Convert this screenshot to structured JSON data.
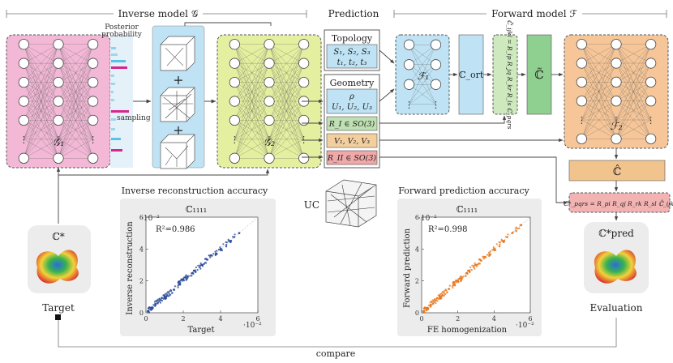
{
  "headers": {
    "inverse": "Inverse model 𝒢",
    "prediction": "Prediction",
    "forward": "Forward model ℱ"
  },
  "inverse_net": {
    "g1_label": "𝒢₁",
    "g2_label": "𝒢₂",
    "posterior_label_1": "Posterior",
    "posterior_label_2": "probability",
    "sampling_label": "sampling"
  },
  "prediction": {
    "topology_title": "Topology",
    "topology_line1": "S₁, S₂, S₃",
    "topology_line2": "t₁, t₂, t₃",
    "geometry_title": "Geometry",
    "geometry_rho": "ρ",
    "geometry_U": "U₁, U₂, U₃",
    "geometry_RI": "R_I ∈ SO(3)",
    "geometry_V": "V₁, V₂, V₃",
    "geometry_RII": "R_II ∈ SO(3)",
    "uc_label": "UC"
  },
  "forward_net": {
    "f1_label": "ℱ₁",
    "f2_label": "ℱ₂",
    "c_ort": "ℂ_ort",
    "c_tilde": "ℂ̃",
    "c_hat": "ℂ̂",
    "rot_formula_1": "ℂ̃_ijkl = R_ip R_jq R_kr R_ls ℂ_pqrs",
    "rot_formula_2": "ℂ*_pqrs = R_pi R_qj R_rk R_sl ℂ̂_ijkl"
  },
  "target": {
    "symbol": "ℂ*",
    "label": "Target"
  },
  "evaluation": {
    "symbol": "ℂ*pred",
    "label": "Evaluation"
  },
  "compare_label": "compare",
  "inset_inverse": {
    "title": "Inverse reconstruction accuracy",
    "component": "ℂ₁₁₁₁",
    "r2": "R²=0.986",
    "ylabel": "Inverse reconstruction",
    "xlabel": "Target",
    "x_exp": "·10⁻²",
    "y_exp": "·10⁻²",
    "color": "#2a4a9a"
  },
  "inset_forward": {
    "title": "Forward prediction accuracy",
    "component": "ℂ₁₁₁₁",
    "r2": "R²=0.998",
    "ylabel": "Forward prediction",
    "xlabel": "FE homogenization",
    "x_exp": "·10⁻²",
    "y_exp": "·10⁻²",
    "color": "#e8771c"
  },
  "chart_data": [
    {
      "type": "scatter",
      "title": "Inverse reconstruction accuracy",
      "subtitle": "ℂ₁₁₁₁",
      "xlabel": "Target",
      "ylabel": "Inverse reconstruction",
      "xlim": [
        0,
        6
      ],
      "ylim": [
        0,
        6
      ],
      "x_ticks": [
        0,
        2,
        4,
        6
      ],
      "y_ticks": [
        0,
        2,
        4,
        6
      ],
      "annotation": "R²=0.986",
      "series": [
        {
          "values": [
            [
              0.1,
              0.1
            ],
            [
              0.5,
              0.55
            ],
            [
              1.0,
              1.0
            ],
            [
              1.5,
              1.45
            ],
            [
              2.0,
              2.1
            ],
            [
              2.5,
              2.5
            ],
            [
              3.0,
              3.0
            ],
            [
              3.5,
              3.6
            ],
            [
              4.0,
              4.0
            ],
            [
              4.5,
              4.5
            ],
            [
              5.0,
              5.0
            ]
          ]
        }
      ]
    },
    {
      "type": "scatter",
      "title": "Forward prediction accuracy",
      "subtitle": "ℂ₁₁₁₁",
      "xlabel": "FE homogenization",
      "ylabel": "Forward prediction",
      "xlim": [
        0,
        6
      ],
      "ylim": [
        0,
        6
      ],
      "x_ticks": [
        0,
        2,
        4,
        6
      ],
      "y_ticks": [
        0,
        2,
        4,
        6
      ],
      "annotation": "R²=0.998",
      "series": [
        {
          "values": [
            [
              0.1,
              0.1
            ],
            [
              0.5,
              0.5
            ],
            [
              1.0,
              1.0
            ],
            [
              1.5,
              1.5
            ],
            [
              2.0,
              2.0
            ],
            [
              2.5,
              2.5
            ],
            [
              3.0,
              3.0
            ],
            [
              3.5,
              3.5
            ],
            [
              4.0,
              4.0
            ],
            [
              4.5,
              4.5
            ],
            [
              5.0,
              5.0
            ],
            [
              5.5,
              5.5
            ]
          ]
        }
      ]
    }
  ]
}
